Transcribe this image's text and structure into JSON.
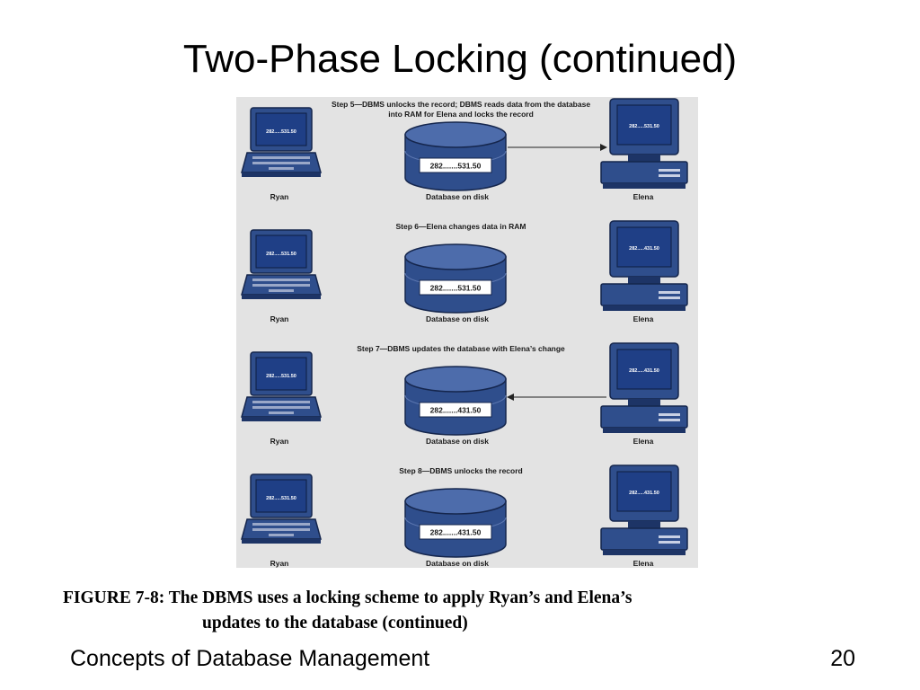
{
  "slide": {
    "title": "Two-Phase Locking (continued)",
    "footer": "Concepts of Database Management",
    "page_number": "20"
  },
  "figure": {
    "panels": [
      {
        "step_line1": "Step 5—DBMS unlocks the record; DBMS reads data from the database",
        "step_line2": "into RAM for Elena and locks the record",
        "ryan_screen": "282.....531.50",
        "elena_screen": "282.....531.50",
        "db_value": "282.......531.50",
        "arrow": "to-elena"
      },
      {
        "step_line1": "Step 6—Elena changes data in RAM",
        "step_line2": "",
        "ryan_screen": "282.....531.50",
        "elena_screen": "282.....431.50",
        "db_value": "282.......531.50",
        "arrow": "none"
      },
      {
        "step_line1": "Step 7—DBMS updates the database with Elena’s change",
        "step_line2": "",
        "ryan_screen": "282.....531.50",
        "elena_screen": "282.....431.50",
        "db_value": "282.......431.50",
        "arrow": "to-db"
      },
      {
        "step_line1": "Step 8—DBMS unlocks the record",
        "step_line2": "",
        "ryan_screen": "282.....531.50",
        "elena_screen": "282.....431.50",
        "db_value": "282.......431.50",
        "arrow": "none"
      }
    ],
    "labels": {
      "ryan": "Ryan",
      "database": "Database on disk",
      "elena": "Elena"
    },
    "colors": {
      "device_blue": "#2f4e8c",
      "screen_blue": "#1f3f86",
      "background": "#e3e3e3"
    }
  },
  "caption": {
    "line1": "FIGURE 7-8: The DBMS uses a locking scheme to apply Ryan’s and Elena’s",
    "line2": "updates to the database (continued)"
  }
}
